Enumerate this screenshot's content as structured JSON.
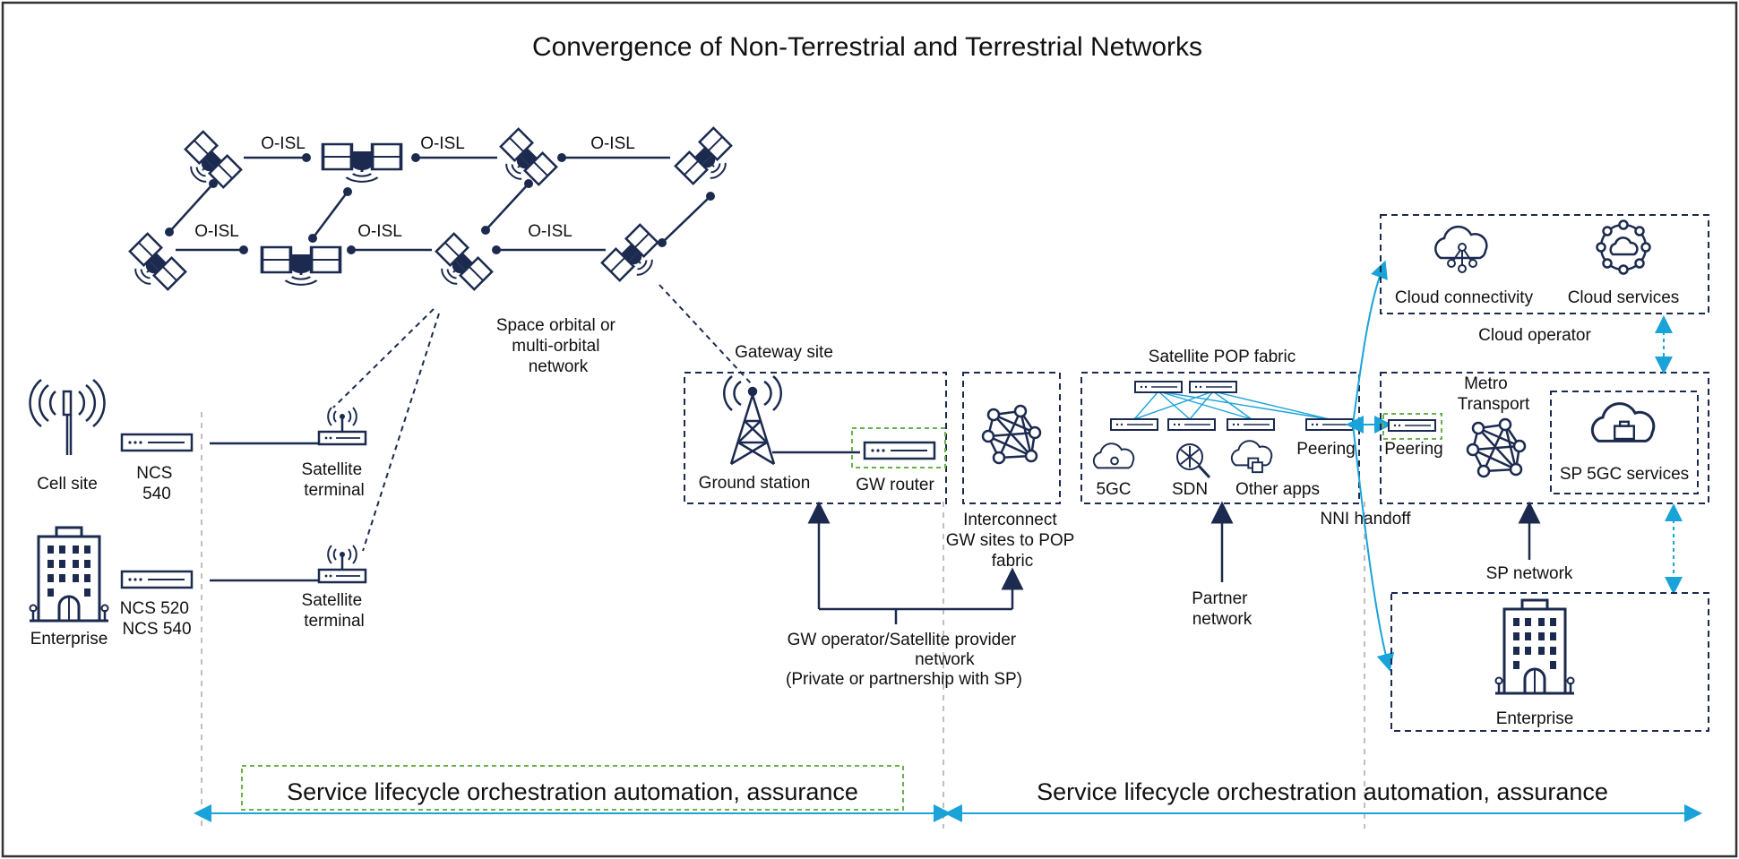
{
  "title": "Convergence of Non-Terrestrial and Terrestrial Networks",
  "colors": {
    "navy": "#1b2a4e",
    "accent": "#1aa3d9",
    "green": "#6ab04c",
    "grey": "#aaaaaa",
    "border": "#333333"
  },
  "space": {
    "isl_label": "O-ISL",
    "network_label": [
      "Space orbital or",
      "multi-orbital",
      "network"
    ]
  },
  "access": {
    "cell_site": "Cell site",
    "enterprise": "Enterprise",
    "ncs_a": [
      "NCS",
      "540"
    ],
    "ncs_b": [
      "NCS 520",
      "NCS 540"
    ],
    "satellite_terminal": [
      "Satellite",
      "terminal"
    ]
  },
  "gateway": {
    "site_label": "Gateway site",
    "ground_station": "Ground station",
    "gw_router": "GW router",
    "interconnect": [
      "Interconnect",
      "GW sites to POP",
      "fabric"
    ],
    "operator_network": [
      "GW operator/Satellite provider",
      "network",
      "(Private or partnership with SP)"
    ]
  },
  "pop": {
    "fabric_label": "Satellite POP fabric",
    "apps": [
      "5GC",
      "SDN",
      "Other apps"
    ],
    "peering": "Peering",
    "nni_handoff": "NNI handoff",
    "partner_network": [
      "Partner",
      "network"
    ]
  },
  "cloud": {
    "connectivity": "Cloud connectivity",
    "services": "Cloud services",
    "operator": "Cloud operator"
  },
  "sp": {
    "peering": "Peering",
    "metro_transport": [
      "Metro",
      "Transport"
    ],
    "sp_5gc": "SP 5GC services",
    "sp_network": "SP network",
    "enterprise": "Enterprise"
  },
  "lifecycle": {
    "left": "Service lifecycle orchestration automation, assurance",
    "right": "Service lifecycle orchestration automation, assurance"
  }
}
